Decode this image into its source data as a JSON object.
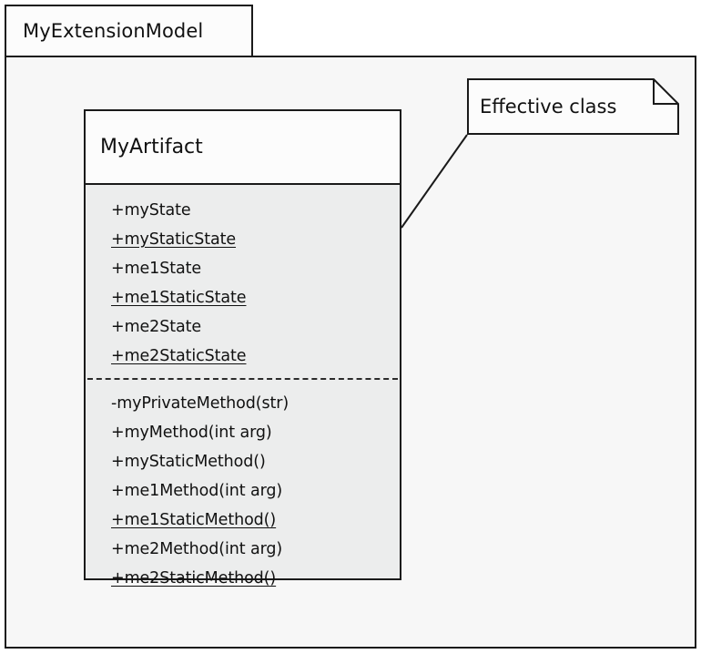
{
  "diagram": {
    "type": "uml-class-diagram",
    "package": {
      "name": "MyExtensionModel"
    },
    "classes": [
      {
        "name": "MyArtifact",
        "attributes": [
          {
            "text": "+myState",
            "visibility": "public",
            "static": false
          },
          {
            "text": "+myStaticState",
            "visibility": "public",
            "static": true
          },
          {
            "text": "+me1State",
            "visibility": "public",
            "static": false
          },
          {
            "text": "+me1StaticState",
            "visibility": "public",
            "static": true
          },
          {
            "text": "+me2State",
            "visibility": "public",
            "static": false
          },
          {
            "text": "+me2StaticState",
            "visibility": "public",
            "static": true
          }
        ],
        "operations": [
          {
            "text": "-myPrivateMethod(str)",
            "visibility": "private",
            "static": false
          },
          {
            "text": "+myMethod(int arg)",
            "visibility": "public",
            "static": false
          },
          {
            "text": "+myStaticMethod()",
            "visibility": "public",
            "static": false
          },
          {
            "text": "+me1Method(int arg)",
            "visibility": "public",
            "static": false
          },
          {
            "text": "+me1StaticMethod()",
            "visibility": "public",
            "static": true
          },
          {
            "text": "+me2Method(int arg)",
            "visibility": "public",
            "static": false
          },
          {
            "text": "+me2StaticMethod()",
            "visibility": "public",
            "static": true
          }
        ]
      }
    ],
    "notes": [
      {
        "text": "Effective class",
        "anchor": "MyArtifact"
      }
    ],
    "colors": {
      "stroke": "#1a1a1a",
      "frame_fill": "#f7f7f7",
      "class_body_fill": "#eceded",
      "class_header_fill": "#fcfcfc",
      "note_fill": "#fcfcfc",
      "text": "#111111"
    }
  }
}
